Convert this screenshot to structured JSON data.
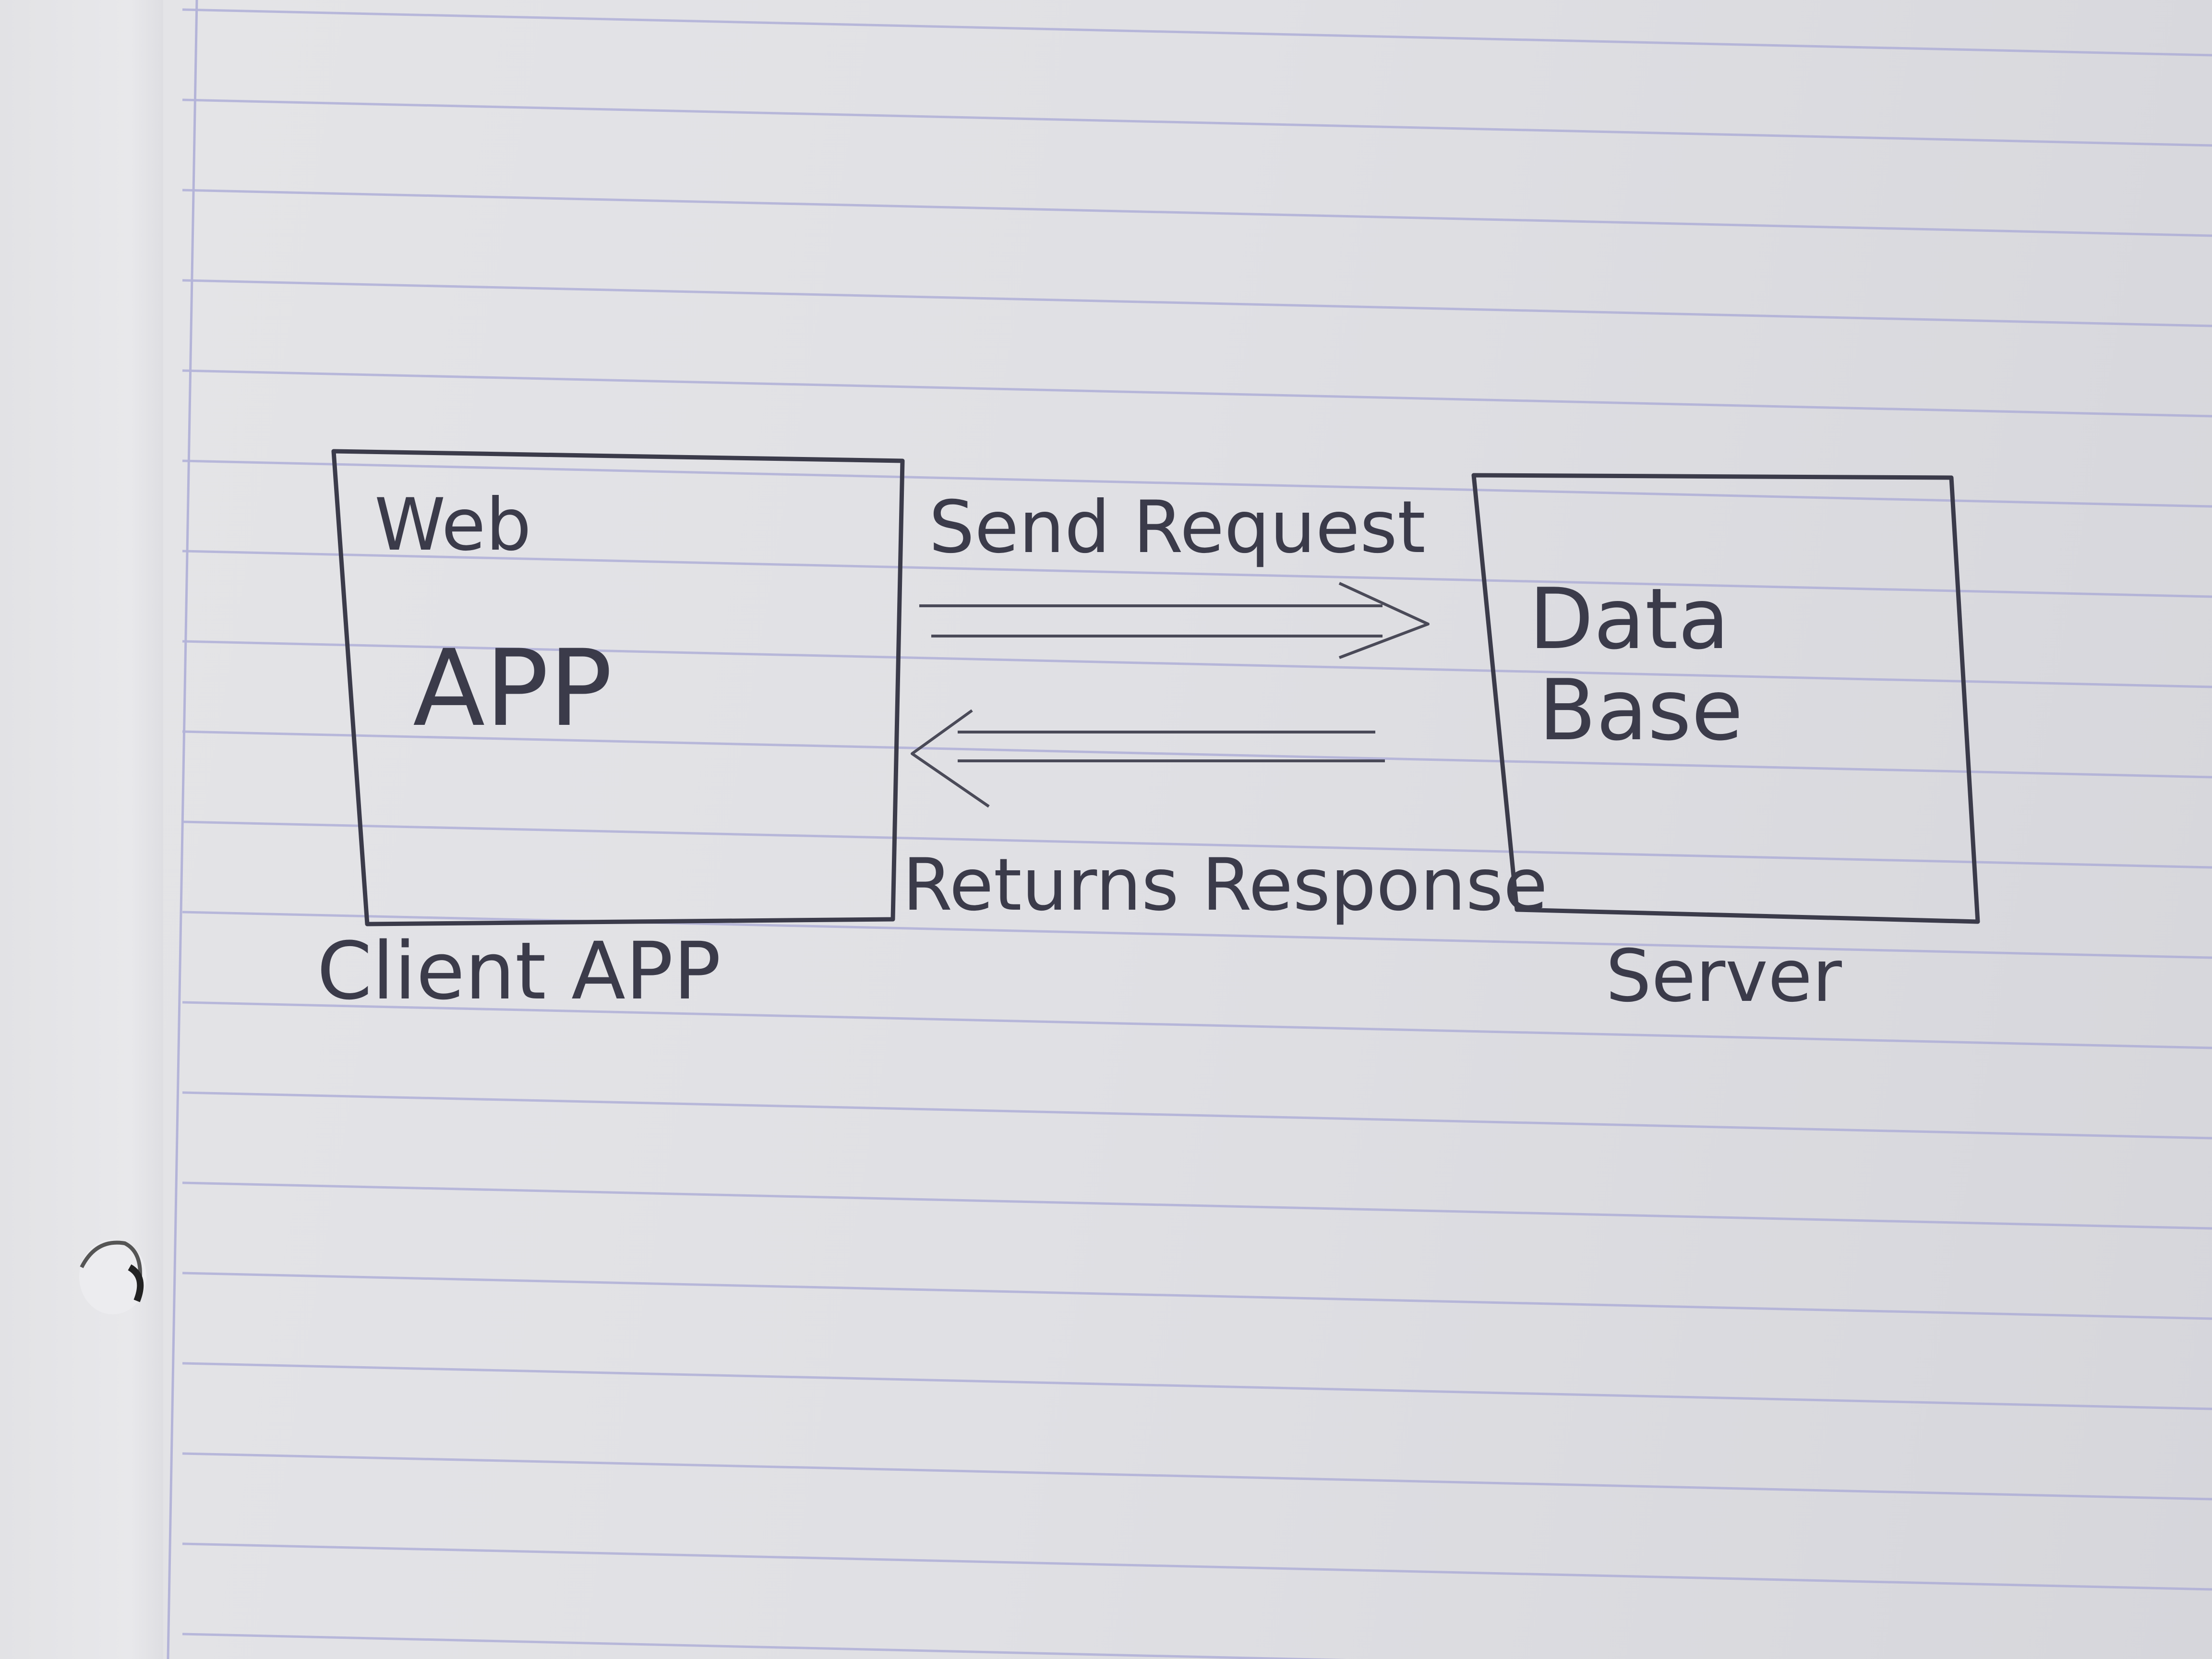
{
  "diagram": {
    "client_box": {
      "label_top": "Web",
      "label_main": "APP",
      "caption": "Client APP"
    },
    "server_box": {
      "label_line1": "Data",
      "label_line2": "Base",
      "caption": "Server"
    },
    "arrows": {
      "request_label": "Send Request",
      "response_label": "Returns Response"
    },
    "colors": {
      "ink": "#3b3b4a",
      "rule_line": "#a9a9d6",
      "margin_line": "#b4b4d8",
      "paper": "#e2e2e6"
    }
  }
}
